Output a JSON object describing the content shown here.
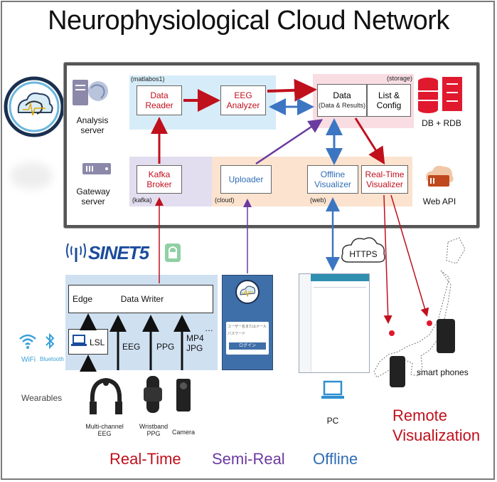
{
  "title": "Neurophysiological Cloud Network",
  "zones": {
    "matlabos": "(matlabos1)",
    "storage": "(storage)",
    "kafka": "(kafka)",
    "cloud": "(cloud)",
    "web": "(web)"
  },
  "servers": {
    "analysis": "Analysis\nserver",
    "gateway": "Gateway\nserver",
    "db": "DB + RDB",
    "webapi": "Web API"
  },
  "boxes": {
    "data_reader": "Data\nReader",
    "eeg_analyzer": "EEG\nAnalyzer",
    "data": "Data",
    "data_sub": "(Data & Results)",
    "list_config": "List &\nConfig",
    "kafka_broker": "Kafka\nBroker",
    "uploader": "Uploader",
    "offline_visualizer": "Offline\nVisualizer",
    "realtime_visualizer": "Real-Time\nVisualizer"
  },
  "network": {
    "sinet": "SINET5",
    "https": "HTTPS"
  },
  "edge": {
    "edge_label": "Edge",
    "data_writer": "Data Writer",
    "lsl": "LSL",
    "eeg": "EEG",
    "ppg": "PPG",
    "mp4": "MP4\nJPG",
    "ellipsis": "…"
  },
  "wireless": {
    "wifi": "WiFi",
    "bluetooth": "Bluetooth"
  },
  "login": {
    "user_field": "ユーザー名またはメールアド",
    "password_field": "パスワード",
    "login_button": "ログイン"
  },
  "devices": {
    "wearables": "Wearables",
    "multichannel_eeg": "Multi-channel\nEEG",
    "wristband": "Wristband\nPPG",
    "camera": "Camera",
    "pc": "PC",
    "smart_phones": "smart phones"
  },
  "bottom": {
    "realtime": "Real-Time",
    "semireal": "Semi-Real",
    "offline": "Offline",
    "remote": "Remote\nVisualization"
  },
  "colors": {
    "red": "#c0101c",
    "blue": "#2e6db4",
    "purple": "#6a3aa0",
    "light_blue_zone": "#d6ecf8",
    "pink_zone": "#f8dde3",
    "lavender_zone": "#e2ddef",
    "peach_zone": "#fbe3cf",
    "edge_zone": "#cfe0f1"
  }
}
